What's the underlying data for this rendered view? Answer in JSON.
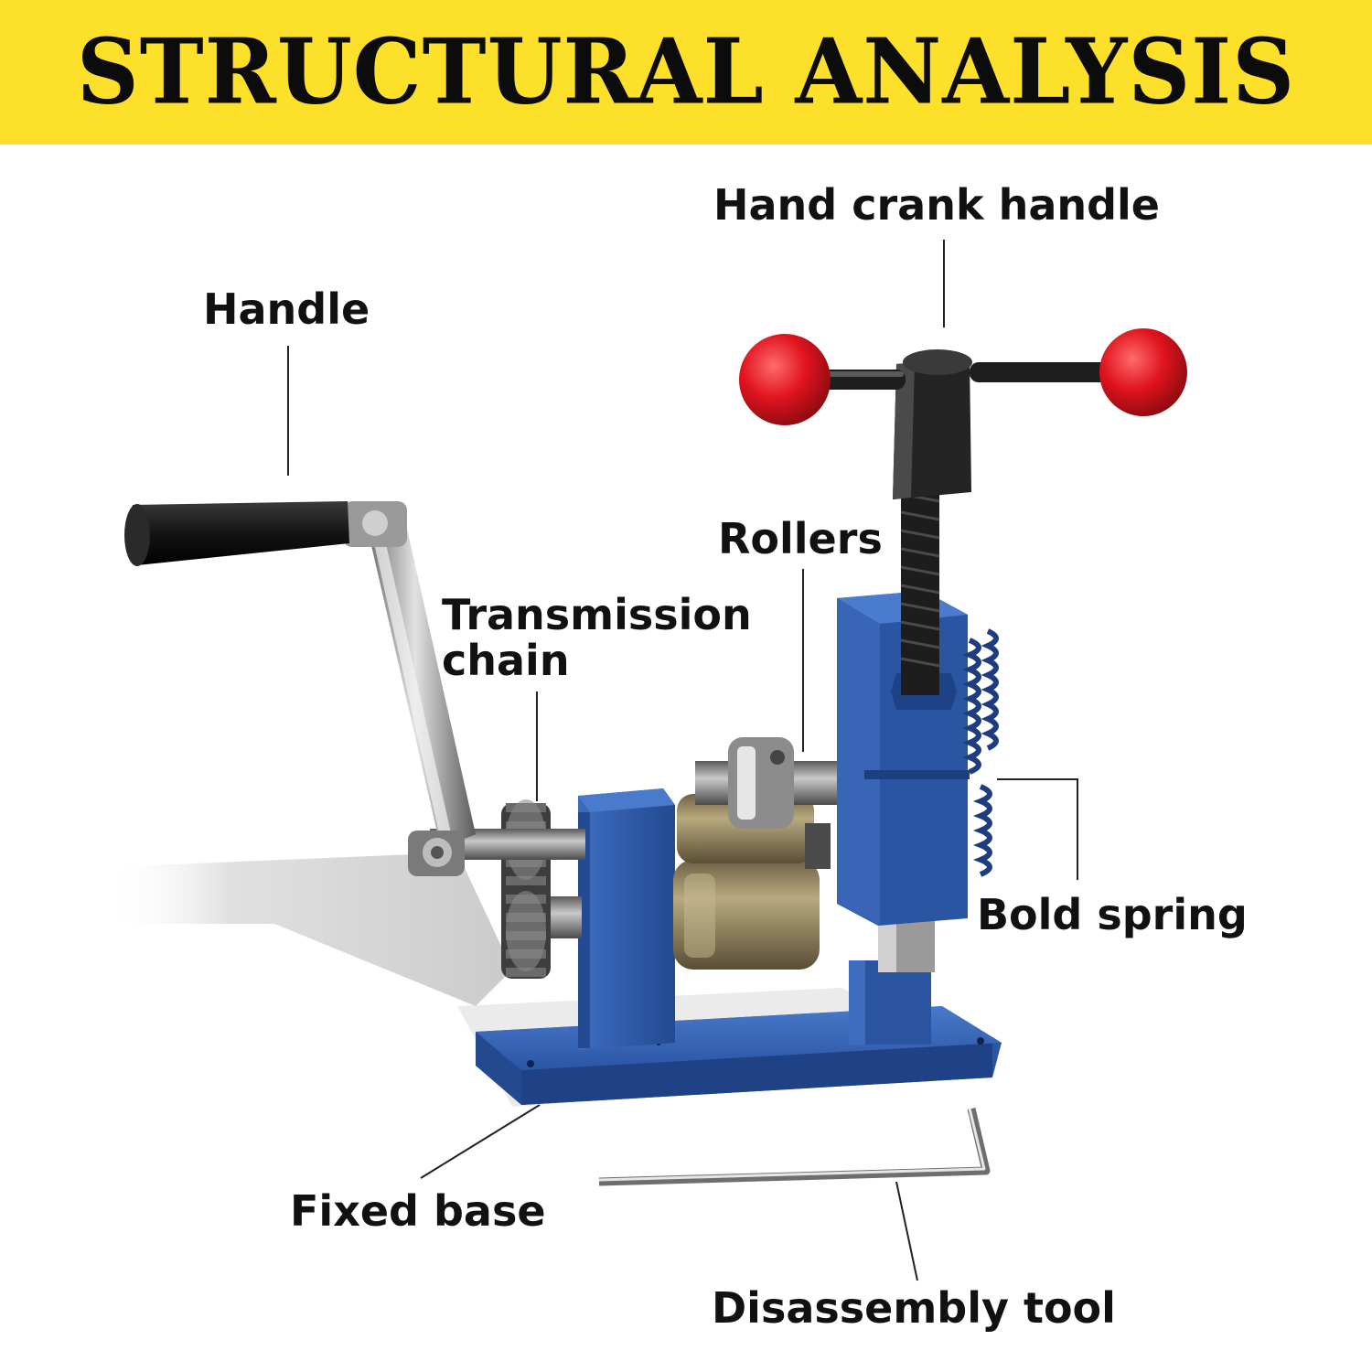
{
  "header": {
    "title": "STRUCTURAL ANALYSIS"
  },
  "labels": {
    "hand_crank_handle": "Hand crank handle",
    "handle": "Handle",
    "rollers": "Rollers",
    "transmission_chain_line1": "Transmission",
    "transmission_chain_line2": "chain",
    "bold_spring": "Bold spring",
    "fixed_base": "Fixed base",
    "disassembly_tool": "Disassembly tool"
  },
  "colors": {
    "banner": "#fde02a",
    "machine_body": "#2d5aa8",
    "knob": "#d8101c",
    "grip": "#1a1a1a",
    "roller": "#8a7a55"
  }
}
